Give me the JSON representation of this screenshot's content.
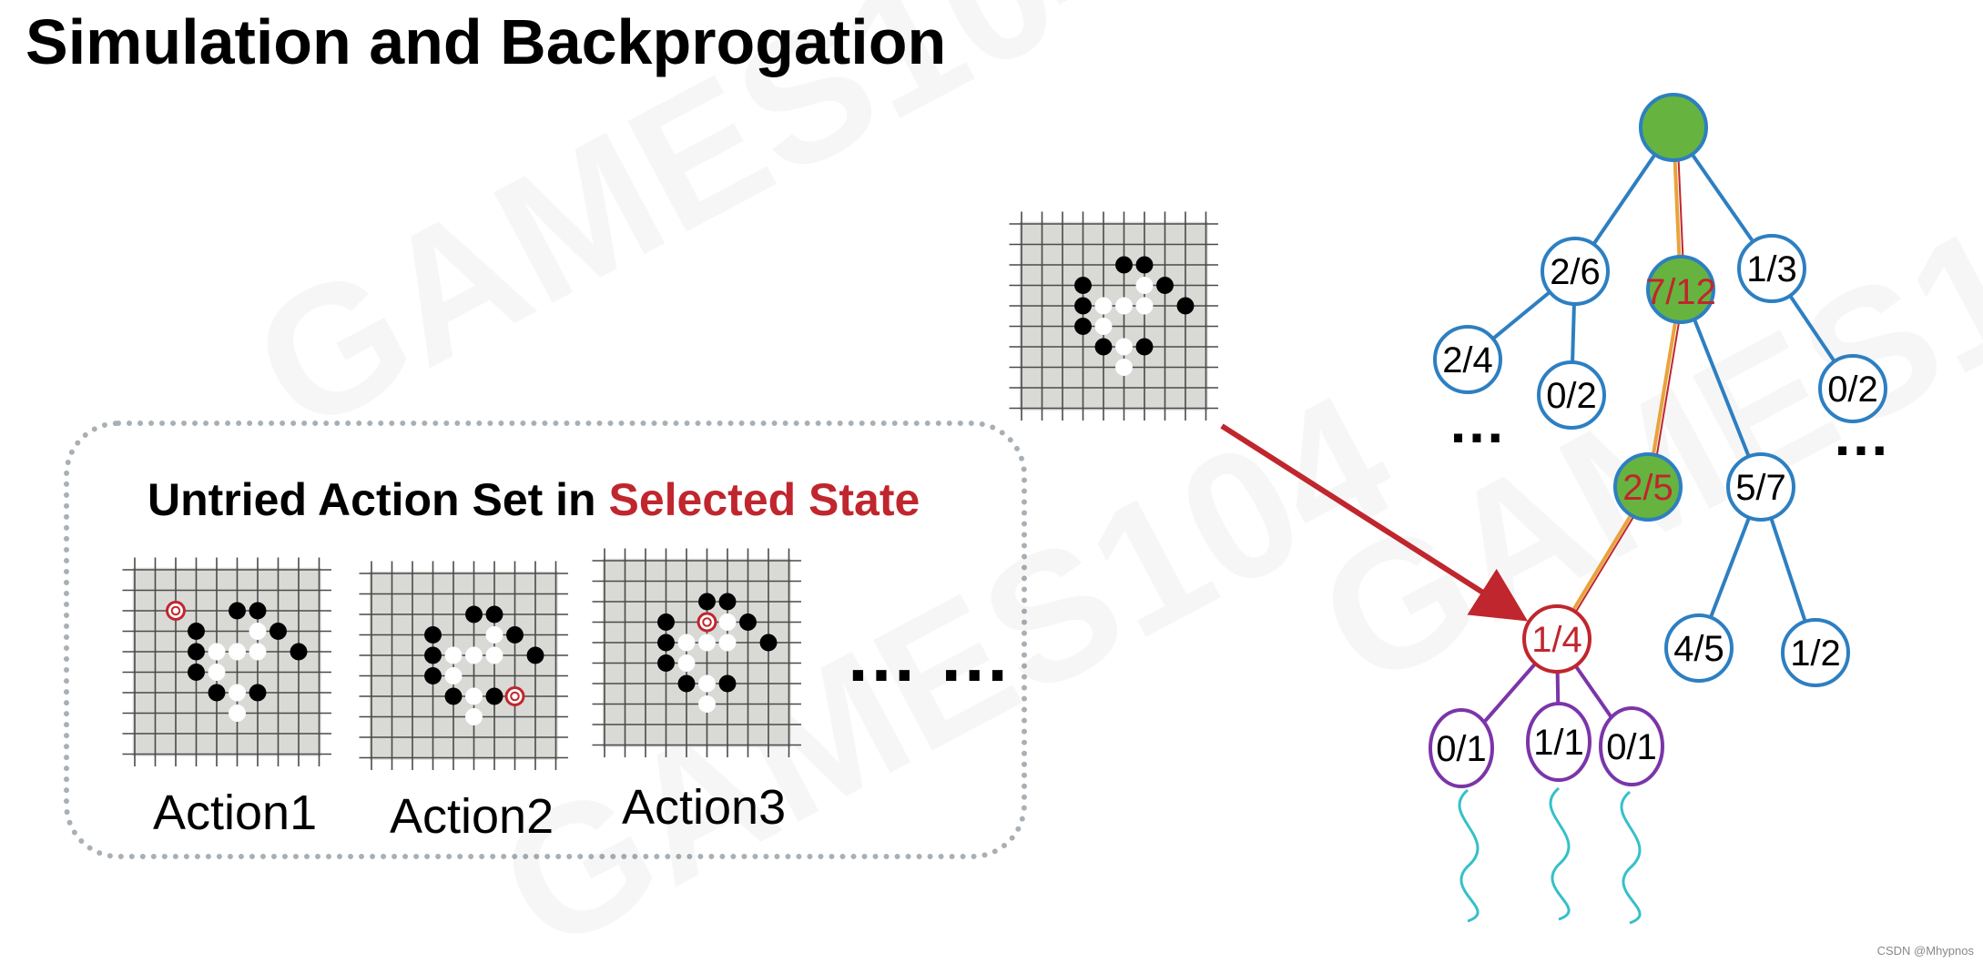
{
  "title": "Simulation and Backprogation",
  "panel": {
    "heading_prefix": "Untried Action Set in ",
    "heading_highlight": "Selected State",
    "actions": [
      "Action1",
      "Action2",
      "Action3"
    ]
  },
  "ellipses": {
    "actions": "…  …",
    "tree_left": "…",
    "tree_right": "…"
  },
  "tree": {
    "root": "",
    "level1": [
      "2/6",
      "7/12",
      "1/3"
    ],
    "level2": [
      "2/4",
      "0/2",
      "2/5",
      "5/7",
      "0/2"
    ],
    "level3": [
      "1/4",
      "4/5",
      "1/2"
    ],
    "level4": [
      "0/1",
      "1/1",
      "0/1"
    ]
  },
  "watermark": "GAMES104",
  "credit": "CSDN @Mhypnos",
  "colors": {
    "node_border_blue": "#2d7fc1",
    "node_fill_green": "#66b43f",
    "highlight_red": "#c0262d",
    "leaf_purple": "#7b35a8",
    "rollout_teal": "#35c0c8",
    "board_bg": "#d9d9d6",
    "board_grid": "#4a4a4a",
    "dotted_border": "#a8b0b6"
  }
}
